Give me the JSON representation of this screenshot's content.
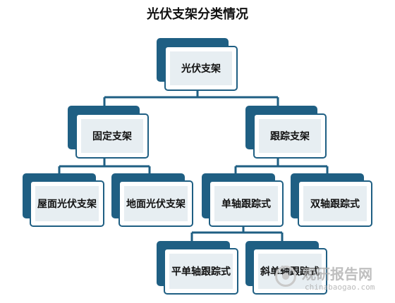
{
  "title": "光伏支架分类情况",
  "nodes": {
    "root": "光伏支架",
    "fixed": "固定支架",
    "tracking": "跟踪支架",
    "roof": "屋面光伏支架",
    "ground": "地面光伏支架",
    "single_axis": "单轴跟踪式",
    "dual_axis": "双轴跟踪式",
    "flat_single": "平单轴跟踪式",
    "tilted_single": "斜单轴跟踪式"
  },
  "watermark": {
    "name": "观研报告网",
    "url": "chinabaogao.com"
  },
  "colors": {
    "accent": "#1f5f83",
    "inner_fill": "#e7eef2"
  }
}
